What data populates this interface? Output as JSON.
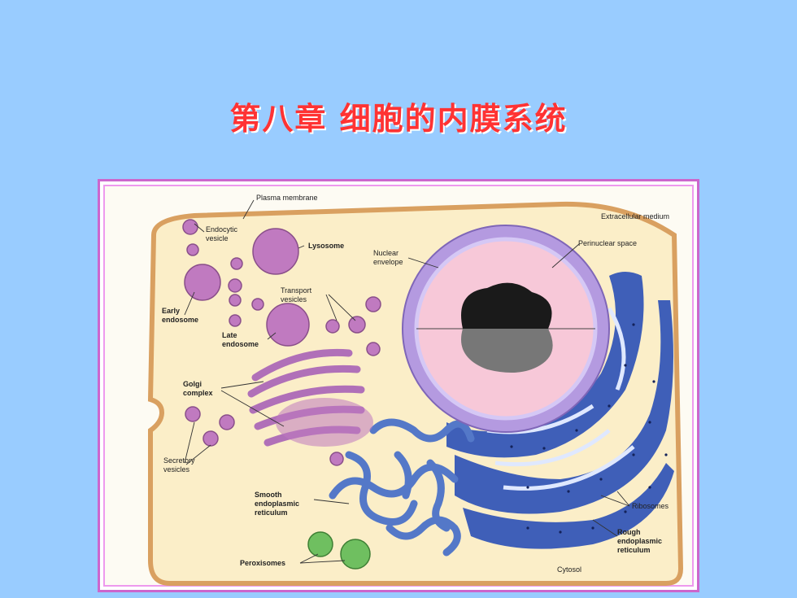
{
  "slide": {
    "title": "第八章   细胞的内膜系统"
  },
  "diagram": {
    "labels": {
      "plasma_membrane": "Plasma membrane",
      "extracellular_medium": "Extracellular medium",
      "endocytic_vesicle": "Endocytic\nvesicle",
      "lysosome": "Lysosome",
      "nuclear_envelope": "Nuclear\nenvelope",
      "perinuclear_space": "Perinuclear space",
      "transport_vesicles": "Transport\nvesicles",
      "early_endosome": "Early\nendosome",
      "late_endosome": "Late\nendosome",
      "golgi_complex": "Golgi\ncomplex",
      "secretory_vesicles": "Secretory\nvesicles",
      "smooth_er": "Smooth\nendoplasmic\nreticulum",
      "ribosomes": "Ribosomes",
      "rough_er": "Rough\nendoplasmic\nreticulum",
      "peroxisomes": "Peroxisomes",
      "cytosol": "Cytosol"
    },
    "colors": {
      "membrane": "#d9a060",
      "cytoplasm": "#fbeec8",
      "vesicle": "#c07ac0",
      "nucleus_envelope": "#b49ae0",
      "nucleoplasm": "#f7c8d8",
      "rough_er": "#3f5fb8",
      "smooth_er": "#5478c8",
      "peroxisome": "#6fbf60"
    }
  }
}
